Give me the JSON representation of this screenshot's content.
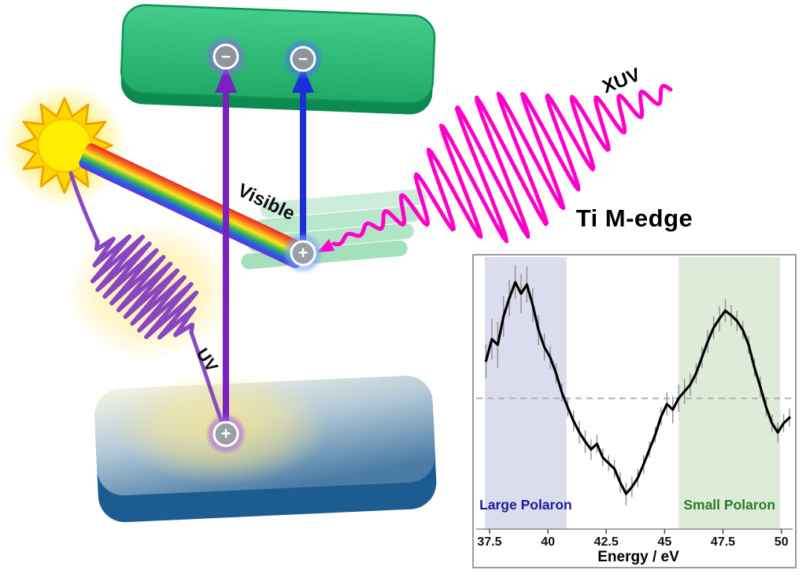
{
  "diagram": {
    "visible_label": "Visible",
    "uv_label": "UV",
    "xuv_label": "XUV",
    "electron_symbol": "−",
    "hole_symbol": "+",
    "colors": {
      "xuv": "#ff00c8",
      "uv": "#8a46c2",
      "visible_arrow": "#1c2ed6",
      "uv_arrow": "#7a1fc0",
      "conduction_band": "#2dbd74",
      "substrate": "#1d5c90"
    }
  },
  "chart_data": {
    "type": "line",
    "title": "Ti M-edge",
    "xlabel": "Energy / eV",
    "ylabel": "",
    "xlim": [
      37.3,
      50.45
    ],
    "ylim": [
      -1.15,
      1.2
    ],
    "xticks": [
      37.5,
      40,
      42.5,
      45,
      47.5,
      50
    ],
    "zero_line": 0,
    "line_color": "#000000",
    "error_bar_color": "#8a8a8a",
    "grid": false,
    "legend": false,
    "x": [
      37.35,
      37.6,
      37.85,
      38.1,
      38.35,
      38.6,
      38.85,
      39.1,
      39.35,
      39.6,
      39.85,
      40.1,
      40.35,
      40.6,
      40.85,
      41.1,
      41.35,
      41.6,
      41.85,
      42.1,
      42.35,
      42.6,
      42.85,
      43.1,
      43.35,
      43.6,
      43.85,
      44.1,
      44.35,
      44.6,
      44.85,
      45.1,
      45.35,
      45.6,
      45.85,
      46.1,
      46.35,
      46.6,
      46.85,
      47.1,
      47.35,
      47.6,
      47.85,
      48.1,
      48.35,
      48.6,
      48.85,
      49.1,
      49.35,
      49.6,
      49.85,
      50.1,
      50.35
    ],
    "y": [
      0.33,
      0.52,
      0.47,
      0.72,
      0.88,
      1.02,
      0.92,
      1.0,
      0.82,
      0.6,
      0.45,
      0.36,
      0.22,
      0.05,
      -0.08,
      -0.2,
      -0.3,
      -0.38,
      -0.45,
      -0.4,
      -0.52,
      -0.57,
      -0.62,
      -0.74,
      -0.84,
      -0.78,
      -0.7,
      -0.58,
      -0.45,
      -0.32,
      -0.16,
      -0.05,
      -0.1,
      0.0,
      0.06,
      0.12,
      0.22,
      0.36,
      0.5,
      0.62,
      0.7,
      0.77,
      0.73,
      0.68,
      0.6,
      0.47,
      0.27,
      0.1,
      -0.08,
      -0.22,
      -0.3,
      -0.22,
      -0.17
    ],
    "yerr": [
      0.15,
      0.18,
      0.2,
      0.18,
      0.16,
      0.15,
      0.17,
      0.16,
      0.15,
      0.13,
      0.12,
      0.1,
      0.09,
      0.08,
      0.08,
      0.09,
      0.1,
      0.1,
      0.09,
      0.08,
      0.08,
      0.07,
      0.08,
      0.09,
      0.1,
      0.09,
      0.08,
      0.08,
      0.07,
      0.07,
      0.08,
      0.1,
      0.12,
      0.12,
      0.11,
      0.1,
      0.09,
      0.09,
      0.1,
      0.1,
      0.11,
      0.1,
      0.09,
      0.09,
      0.08,
      0.08,
      0.08,
      0.09,
      0.08,
      0.08,
      0.09,
      0.08,
      0.08
    ],
    "regions": [
      {
        "label": "Large Polaron",
        "from": 37.3,
        "to": 40.8,
        "fill": "#dcdcef",
        "text_color": "#1a1a9c"
      },
      {
        "label": "Small Polaron",
        "from": 45.6,
        "to": 49.95,
        "fill": "#ddebd8",
        "text_color": "#2a7a2a"
      }
    ]
  }
}
